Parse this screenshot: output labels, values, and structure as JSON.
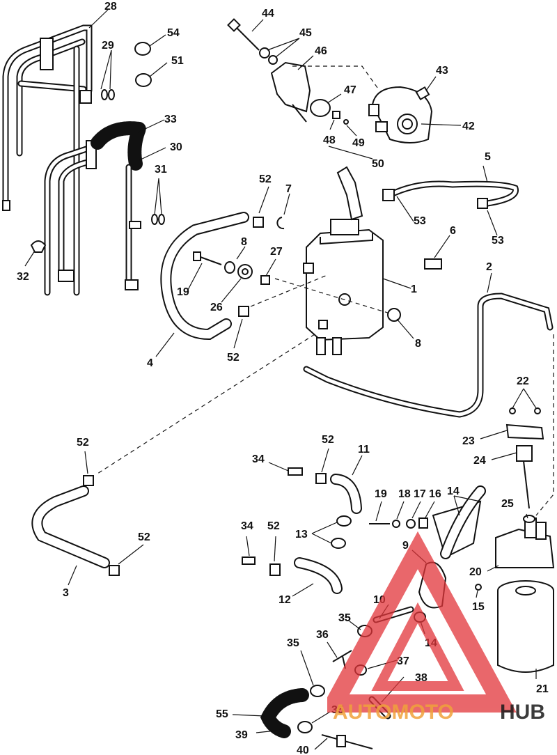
{
  "diagram": {
    "labels": [
      "1",
      "2",
      "3",
      "4",
      "5",
      "6",
      "7",
      "8",
      "8",
      "9",
      "10",
      "11",
      "12",
      "13",
      "14",
      "14",
      "15",
      "16",
      "17",
      "18",
      "19",
      "19",
      "20",
      "21",
      "22",
      "23",
      "24",
      "25",
      "26",
      "27",
      "28",
      "29",
      "30",
      "31",
      "32",
      "33",
      "34",
      "34",
      "35",
      "35",
      "35",
      "35",
      "36",
      "37",
      "38",
      "39",
      "40",
      "42",
      "43",
      "44",
      "45",
      "46",
      "47",
      "48",
      "49",
      "50",
      "51",
      "52",
      "52",
      "52",
      "52",
      "52",
      "52",
      "53",
      "53",
      "54",
      "55"
    ]
  },
  "watermark": {
    "brand_part1": "AUTOMOTO",
    "brand_part2": "HUB",
    "colors": {
      "accent": "#e2353a",
      "accent2": "#f0a23c",
      "dark": "#1a1a1a"
    }
  }
}
